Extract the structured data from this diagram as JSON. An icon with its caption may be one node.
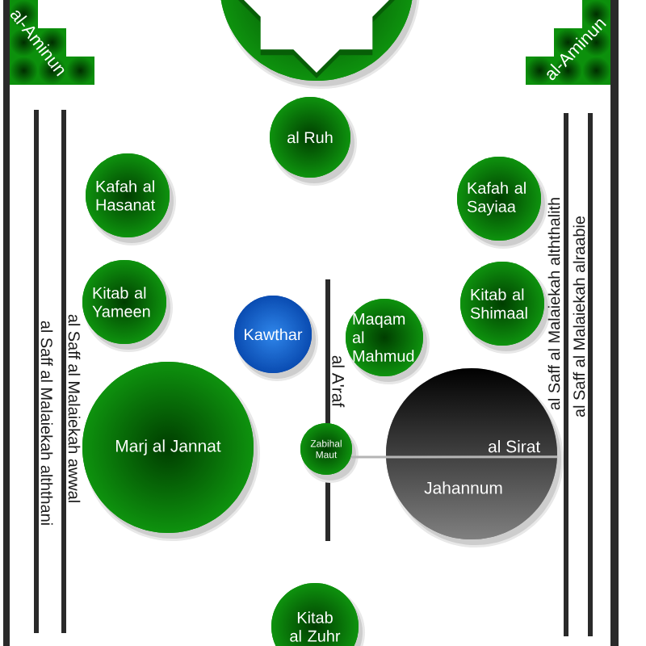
{
  "diagram": {
    "nodes": [
      {
        "text": [
          "al-Aminun"
        ]
      },
      {
        "text": [],
        "shape": "circle"
      },
      {
        "text": [
          "al-Aminun"
        ]
      },
      {
        "text": [
          "al Ruh"
        ]
      },
      {
        "text": [
          "Kafah al Hasanat"
        ]
      },
      {
        "text": [
          "Kafah al Sayiaa"
        ]
      },
      {
        "text": [
          "Kitab al Yameen"
        ]
      },
      {
        "text": [
          "Kitab al Shimaal"
        ]
      },
      {
        "text": [
          "Kawthar"
        ]
      },
      {
        "text": [
          "Maqam al Mahmud"
        ]
      },
      {
        "text": [
          "Marj al Jannat"
        ]
      },
      {
        "text": [
          "Zabihal Maut"
        ]
      },
      {
        "text": [
          "Jahannum"
        ]
      },
      {
        "text": [
          "Kitab al Zuhr"
        ]
      }
    ],
    "edges": [
      {
        "from": 11,
        "to": 12,
        "arrow": "none",
        "label": "al Sirat"
      }
    ],
    "labels": [
      "al Saff al Malaiekah alththani",
      "al Saff al Malaiekah awwal",
      "al A'raf",
      "al Saff al Malaiekah alththalith",
      "al Saff al Malaiekah alraabie"
    ]
  }
}
